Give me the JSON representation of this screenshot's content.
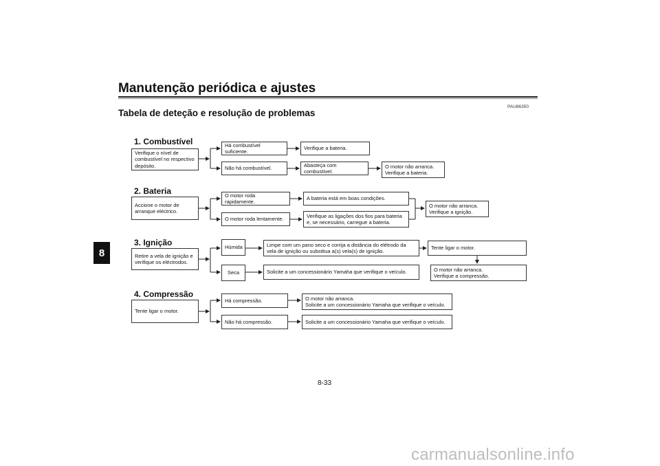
{
  "header": {
    "title": "Manutenção periódica e ajustes",
    "code": "PAU86350",
    "subtitle": "Tabela de deteção e resolução de problemas",
    "chapter": "8"
  },
  "sections": {
    "combustivel": {
      "title": "1. Combustível",
      "start": "Verifique o nível de\ncombustível no respectivo\ndepósito.",
      "yes": "Há combustível suficiente.",
      "no": "Não há combustível.",
      "yes_action": "Verifique a bateria.",
      "no_action": "Abasteça com combustível.",
      "result": "O motor não arranca.\nVerifique a bateria."
    },
    "bateria": {
      "title": "2. Bateria",
      "start": "Accione o motor de\narranque eléctrico.",
      "yes": "O motor roda rapidamente.",
      "no": "O motor roda lentamente.",
      "yes_action": "A bateria está em boas condições.",
      "no_action": "Verifique as ligações dos fios para bateria\ne, se necessário, carregue a bateria.",
      "result": "O motor não arranca.\nVerifique a ignição."
    },
    "ignicao": {
      "title": "3. Ignição",
      "start": "Retire a vela de ignição e\nverifique os eléctrodos.",
      "wet": "Húmida",
      "dry": "Seca",
      "wet_action": "Limpe com um pano seco e corrija a distância do elétrodo da\nvela de ignição ou substitua a(s) vela(s) de ignição.",
      "dry_action": "Solicite a um concessionário Yamaha que verifique o veículo.",
      "try": "Tente ligar o motor.",
      "result": "O motor não arranca.\nVerifique a compressão."
    },
    "compressao": {
      "title": "4. Compressão",
      "start": "Tente ligar o motor.",
      "yes": "Há compressão.",
      "no": "Não há compressão.",
      "yes_action": "O motor não arranca.\nSolicite a um concessionário Yamaha que verifique o veículo.",
      "no_action": "Solicite a um concessionário Yamaha que verifique o veículo."
    }
  },
  "footer": {
    "page": "8-33",
    "watermark": "carmanualsonline.info"
  }
}
